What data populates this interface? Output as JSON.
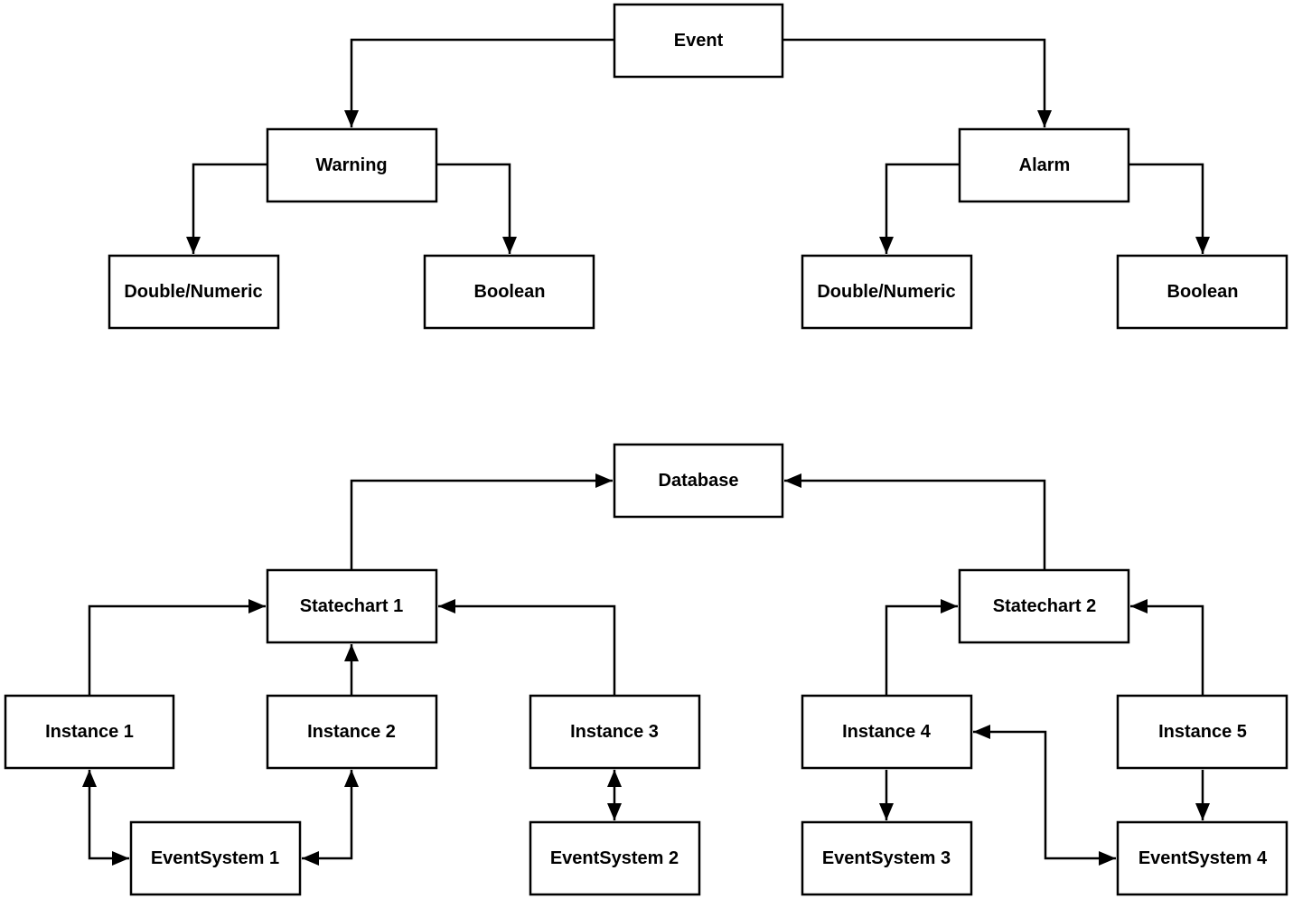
{
  "diagram": {
    "background_color": "#ffffff",
    "line_color": "#000000",
    "text_color": "#000000",
    "nodes": {
      "event": {
        "label": "Event"
      },
      "warning": {
        "label": "Warning"
      },
      "alarm": {
        "label": "Alarm"
      },
      "warning_double_numeric": {
        "label": "Double/Numeric"
      },
      "warning_boolean": {
        "label": "Boolean"
      },
      "alarm_double_numeric": {
        "label": "Double/Numeric"
      },
      "alarm_boolean": {
        "label": "Boolean"
      },
      "database": {
        "label": "Database"
      },
      "statechart_1": {
        "label": "Statechart 1"
      },
      "statechart_2": {
        "label": "Statechart 2"
      },
      "instance_1": {
        "label": "Instance 1"
      },
      "instance_2": {
        "label": "Instance 2"
      },
      "instance_3": {
        "label": "Instance 3"
      },
      "instance_4": {
        "label": "Instance 4"
      },
      "instance_5": {
        "label": "Instance 5"
      },
      "eventsystem_1": {
        "label": "EventSystem 1"
      },
      "eventsystem_2": {
        "label": "EventSystem 2"
      },
      "eventsystem_3": {
        "label": "EventSystem 3"
      },
      "eventsystem_4": {
        "label": "EventSystem 4"
      }
    },
    "edges": [
      {
        "from": "Event",
        "to": "Warning",
        "arrow": "to"
      },
      {
        "from": "Event",
        "to": "Alarm",
        "arrow": "to"
      },
      {
        "from": "Warning",
        "to": "Double/Numeric (left)",
        "arrow": "to"
      },
      {
        "from": "Warning",
        "to": "Boolean (left)",
        "arrow": "to"
      },
      {
        "from": "Alarm",
        "to": "Double/Numeric (right)",
        "arrow": "to"
      },
      {
        "from": "Alarm",
        "to": "Boolean (right)",
        "arrow": "to"
      },
      {
        "from": "Statechart 1",
        "to": "Database",
        "arrow": "to"
      },
      {
        "from": "Statechart 2",
        "to": "Database",
        "arrow": "to"
      },
      {
        "from": "Instance 1",
        "to": "Statechart 1",
        "arrow": "to"
      },
      {
        "from": "Instance 2",
        "to": "Statechart 1",
        "arrow": "to"
      },
      {
        "from": "Instance 3",
        "to": "Statechart 1",
        "arrow": "to"
      },
      {
        "from": "Instance 4",
        "to": "Statechart 2",
        "arrow": "to"
      },
      {
        "from": "Instance 5",
        "to": "Statechart 2",
        "arrow": "to"
      },
      {
        "from": "Instance 1",
        "to": "EventSystem 1",
        "arrow": "both"
      },
      {
        "from": "Instance 2",
        "to": "EventSystem 1",
        "arrow": "both"
      },
      {
        "from": "Instance 3",
        "to": "EventSystem 2",
        "arrow": "both"
      },
      {
        "from": "Instance 4",
        "to": "EventSystem 3",
        "arrow": "to"
      },
      {
        "from": "Instance 5",
        "to": "EventSystem 4",
        "arrow": "to"
      },
      {
        "from": "Instance 4",
        "to": "EventSystem 4",
        "arrow": "both"
      }
    ]
  }
}
